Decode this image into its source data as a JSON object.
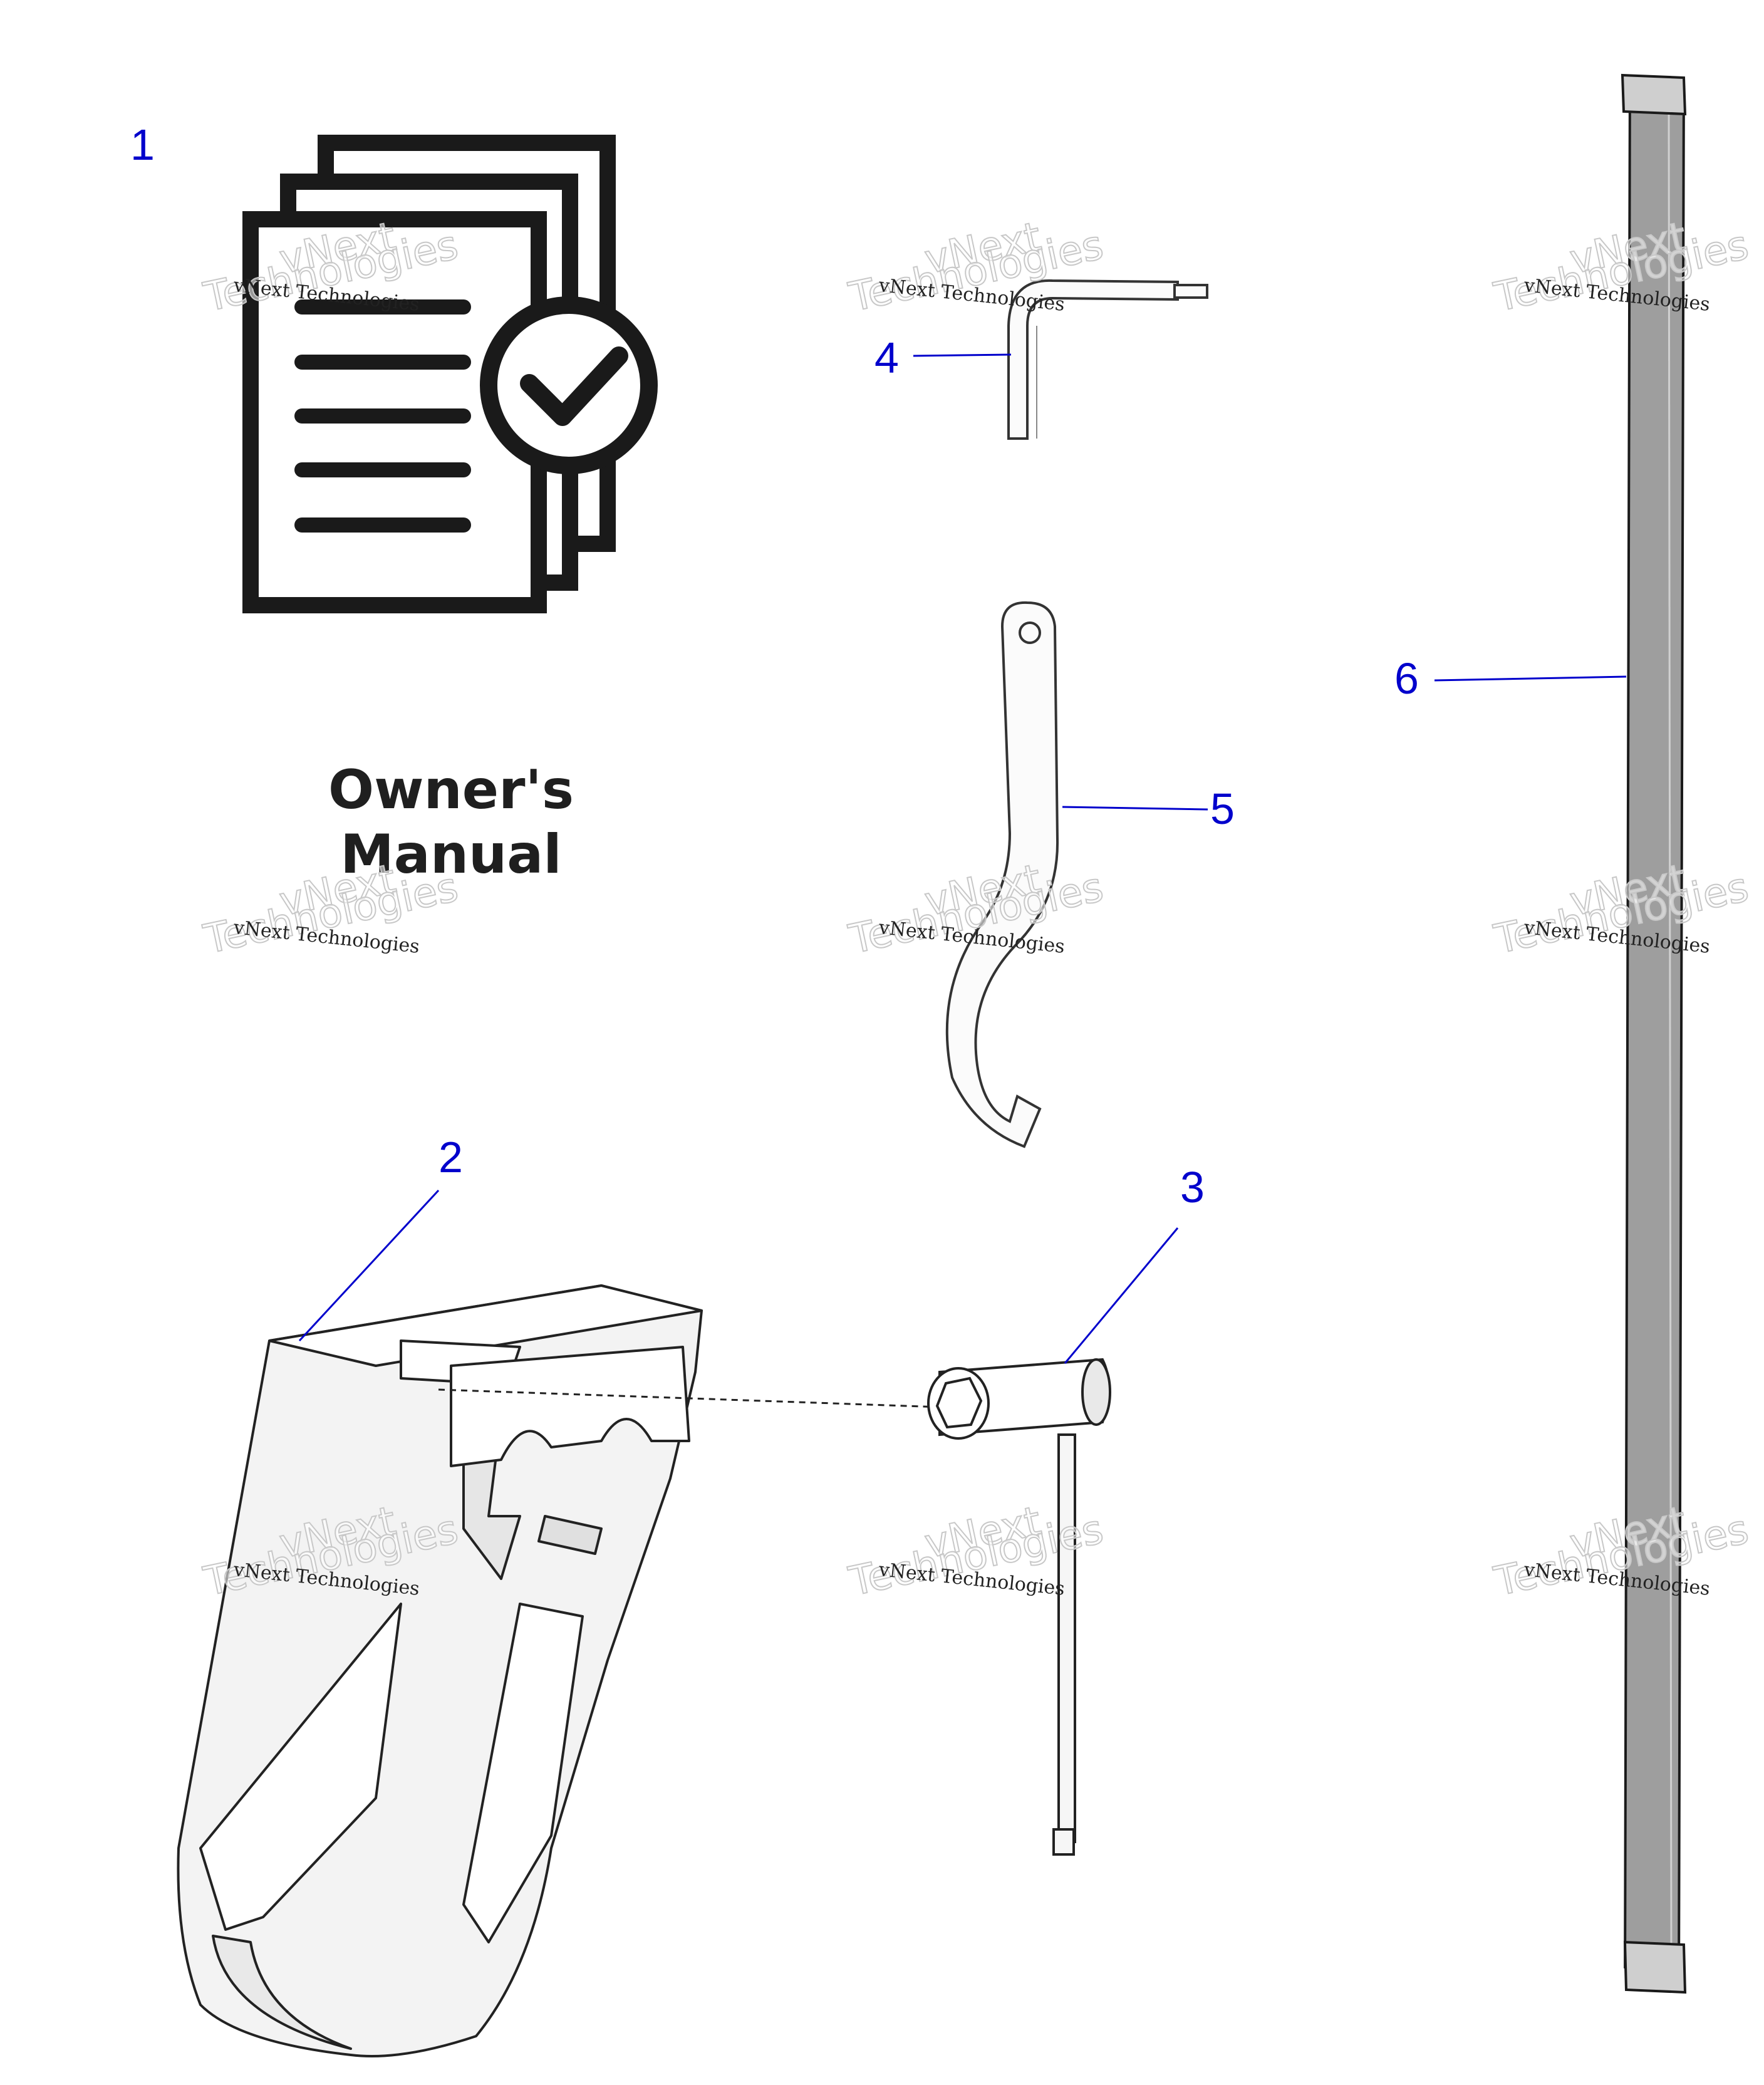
{
  "manual": {
    "line1": "Owner's",
    "line2": "Manual"
  },
  "callouts": [
    {
      "id": "1",
      "label": "1"
    },
    {
      "id": "2",
      "label": "2"
    },
    {
      "id": "3",
      "label": "3"
    },
    {
      "id": "4",
      "label": "4"
    },
    {
      "id": "5",
      "label": "5"
    },
    {
      "id": "6",
      "label": "6"
    }
  ],
  "watermark": {
    "brand": "vNext",
    "word": "Technologies",
    "small": "vNext Technologies"
  },
  "colors": {
    "callout": "#0000cc",
    "strap": "#9e9e9e",
    "outline": "#1a1a1a"
  }
}
